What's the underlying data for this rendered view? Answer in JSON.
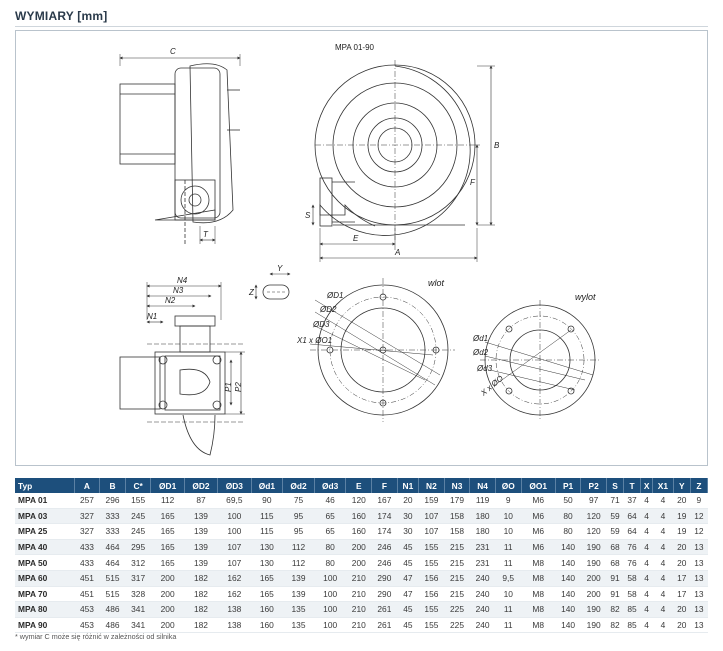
{
  "header": {
    "title": "WYMIARY [mm]"
  },
  "drawing": {
    "model_label": "MPA 01-90",
    "dims": {
      "c": "C",
      "t": "T",
      "s": "S",
      "e": "E",
      "a": "A",
      "b": "B",
      "f": "F",
      "n1": "N1",
      "n2": "N2",
      "n3": "N3",
      "n4": "N4",
      "p1": "P1",
      "p2": "P2",
      "y": "Y",
      "z": "Z"
    },
    "inlet": {
      "caption": "wlot",
      "od1": "ØD1",
      "od2": "ØD2",
      "od3": "ØD3",
      "x1od1": "X1 x ØO1"
    },
    "outlet": {
      "caption": "wylot",
      "od1": "Ød1",
      "od2": "Ød2",
      "od3": "Ød3",
      "xo": "X x ØO"
    }
  },
  "table": {
    "columns": [
      "Typ",
      "A",
      "B",
      "C*",
      "ØD1",
      "ØD2",
      "ØD3",
      "Ød1",
      "Ød2",
      "Ød3",
      "E",
      "F",
      "N1",
      "N2",
      "N3",
      "N4",
      "ØO",
      "ØO1",
      "P1",
      "P2",
      "S",
      "T",
      "X",
      "X1",
      "Y",
      "Z"
    ],
    "rows": [
      [
        "MPA 01",
        "257",
        "296",
        "155",
        "112",
        "87",
        "69,5",
        "90",
        "75",
        "46",
        "120",
        "167",
        "20",
        "159",
        "179",
        "119",
        "9",
        "M6",
        "50",
        "97",
        "71",
        "37",
        "4",
        "4",
        "20",
        "9"
      ],
      [
        "MPA 03",
        "327",
        "333",
        "245",
        "165",
        "139",
        "100",
        "115",
        "95",
        "65",
        "160",
        "174",
        "30",
        "107",
        "158",
        "180",
        "10",
        "M6",
        "80",
        "120",
        "59",
        "64",
        "4",
        "4",
        "19",
        "12"
      ],
      [
        "MPA 25",
        "327",
        "333",
        "245",
        "165",
        "139",
        "100",
        "115",
        "95",
        "65",
        "160",
        "174",
        "30",
        "107",
        "158",
        "180",
        "10",
        "M6",
        "80",
        "120",
        "59",
        "64",
        "4",
        "4",
        "19",
        "12"
      ],
      [
        "MPA 40",
        "433",
        "464",
        "295",
        "165",
        "139",
        "107",
        "130",
        "112",
        "80",
        "200",
        "246",
        "45",
        "155",
        "215",
        "231",
        "11",
        "M6",
        "140",
        "190",
        "68",
        "76",
        "4",
        "4",
        "20",
        "13"
      ],
      [
        "MPA 50",
        "433",
        "464",
        "312",
        "165",
        "139",
        "107",
        "130",
        "112",
        "80",
        "200",
        "246",
        "45",
        "155",
        "215",
        "231",
        "11",
        "M8",
        "140",
        "190",
        "68",
        "76",
        "4",
        "4",
        "20",
        "13"
      ],
      [
        "MPA 60",
        "451",
        "515",
        "317",
        "200",
        "182",
        "162",
        "165",
        "139",
        "100",
        "210",
        "290",
        "47",
        "156",
        "215",
        "240",
        "9,5",
        "M8",
        "140",
        "200",
        "91",
        "58",
        "4",
        "4",
        "17",
        "13"
      ],
      [
        "MPA 70",
        "451",
        "515",
        "328",
        "200",
        "182",
        "162",
        "165",
        "139",
        "100",
        "210",
        "290",
        "47",
        "156",
        "215",
        "240",
        "10",
        "M8",
        "140",
        "200",
        "91",
        "58",
        "4",
        "4",
        "17",
        "13"
      ],
      [
        "MPA 80",
        "453",
        "486",
        "341",
        "200",
        "182",
        "138",
        "160",
        "135",
        "100",
        "210",
        "261",
        "45",
        "155",
        "225",
        "240",
        "11",
        "M8",
        "140",
        "190",
        "82",
        "85",
        "4",
        "4",
        "20",
        "13"
      ],
      [
        "MPA 90",
        "453",
        "486",
        "341",
        "200",
        "182",
        "138",
        "160",
        "135",
        "100",
        "210",
        "261",
        "45",
        "155",
        "225",
        "240",
        "11",
        "M8",
        "140",
        "190",
        "82",
        "85",
        "4",
        "4",
        "20",
        "13"
      ]
    ]
  },
  "footnote": "* wymiar C może się różnić w zależności od silnika"
}
